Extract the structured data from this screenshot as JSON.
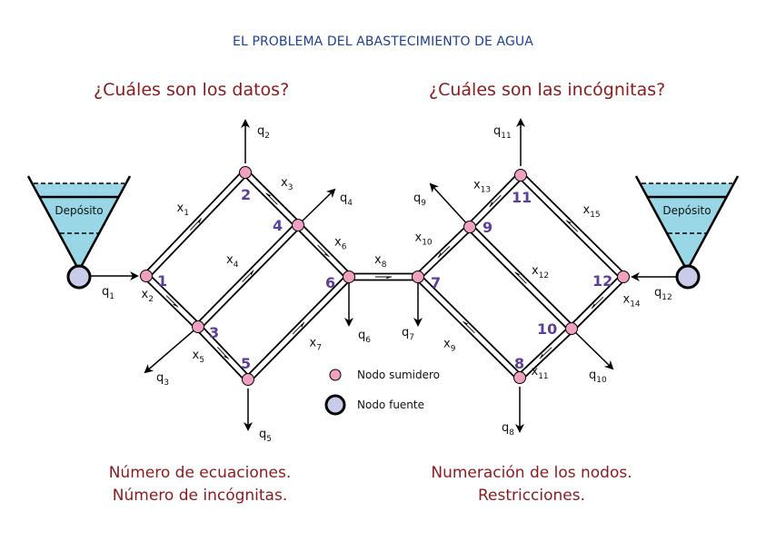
{
  "title": "EL PROBLEMA DEL ABASTECIMIENTO DE AGUA",
  "questions": {
    "left": "¿Cuáles son los datos?",
    "right": "¿Cuáles son las incógnitas?"
  },
  "footer": {
    "left": [
      "Número de ecuaciones.",
      "Número de incógnitas."
    ],
    "right": [
      "Numeración de los nodos.",
      "Restricciones."
    ]
  },
  "tanks": {
    "left_label": "Depósito",
    "right_label": "Depósito"
  },
  "legend": {
    "sink_label": "Nodo sumidero",
    "source_label": "Nodo fuente"
  },
  "colors": {
    "title": "#1f3f8f",
    "question": "#8b1a1f",
    "node_sink": "#f0a0c0",
    "node_source": "#c8cce8",
    "node_number": "#5b3f9a",
    "water": "#99d6e6"
  },
  "nodes": [
    {
      "id": "1",
      "label": "1"
    },
    {
      "id": "2",
      "label": "2"
    },
    {
      "id": "3",
      "label": "3"
    },
    {
      "id": "4",
      "label": "4"
    },
    {
      "id": "5",
      "label": "5"
    },
    {
      "id": "6",
      "label": "6"
    },
    {
      "id": "7",
      "label": "7"
    },
    {
      "id": "8",
      "label": "8"
    },
    {
      "id": "9",
      "label": "9"
    },
    {
      "id": "10",
      "label": "10"
    },
    {
      "id": "11",
      "label": "11"
    },
    {
      "id": "12",
      "label": "12"
    }
  ],
  "pipes": [
    {
      "var": "x",
      "sub": "1",
      "from": "1",
      "to": "2"
    },
    {
      "var": "x",
      "sub": "2",
      "from": "1",
      "to": "3"
    },
    {
      "var": "x",
      "sub": "3",
      "from": "4",
      "to": "2"
    },
    {
      "var": "x",
      "sub": "4",
      "from": "3",
      "to": "4"
    },
    {
      "var": "x",
      "sub": "5",
      "from": "3",
      "to": "5"
    },
    {
      "var": "x",
      "sub": "6",
      "from": "4",
      "to": "6"
    },
    {
      "var": "x",
      "sub": "7",
      "from": "5",
      "to": "6"
    },
    {
      "var": "x",
      "sub": "8",
      "from": "6",
      "to": "7"
    },
    {
      "var": "x",
      "sub": "9",
      "from": "8",
      "to": "7"
    },
    {
      "var": "x",
      "sub": "10",
      "from": "9",
      "to": "7"
    },
    {
      "var": "x",
      "sub": "11",
      "from": "10",
      "to": "8"
    },
    {
      "var": "x",
      "sub": "12",
      "from": "10",
      "to": "9"
    },
    {
      "var": "x",
      "sub": "13",
      "from": "11",
      "to": "9"
    },
    {
      "var": "x",
      "sub": "14",
      "from": "12",
      "to": "10"
    },
    {
      "var": "x",
      "sub": "15",
      "from": "12",
      "to": "11"
    }
  ],
  "flows": [
    {
      "var": "q",
      "sub": "1",
      "node": "1",
      "direction": "in"
    },
    {
      "var": "q",
      "sub": "2",
      "node": "2",
      "direction": "out"
    },
    {
      "var": "q",
      "sub": "3",
      "node": "3",
      "direction": "out"
    },
    {
      "var": "q",
      "sub": "4",
      "node": "4",
      "direction": "out"
    },
    {
      "var": "q",
      "sub": "5",
      "node": "5",
      "direction": "out"
    },
    {
      "var": "q",
      "sub": "6",
      "node": "6",
      "direction": "out"
    },
    {
      "var": "q",
      "sub": "7",
      "node": "7",
      "direction": "out"
    },
    {
      "var": "q",
      "sub": "8",
      "node": "8",
      "direction": "out"
    },
    {
      "var": "q",
      "sub": "9",
      "node": "9",
      "direction": "out"
    },
    {
      "var": "q",
      "sub": "10",
      "node": "10",
      "direction": "out"
    },
    {
      "var": "q",
      "sub": "11",
      "node": "11",
      "direction": "out"
    },
    {
      "var": "q",
      "sub": "12",
      "node": "12",
      "direction": "in"
    }
  ]
}
